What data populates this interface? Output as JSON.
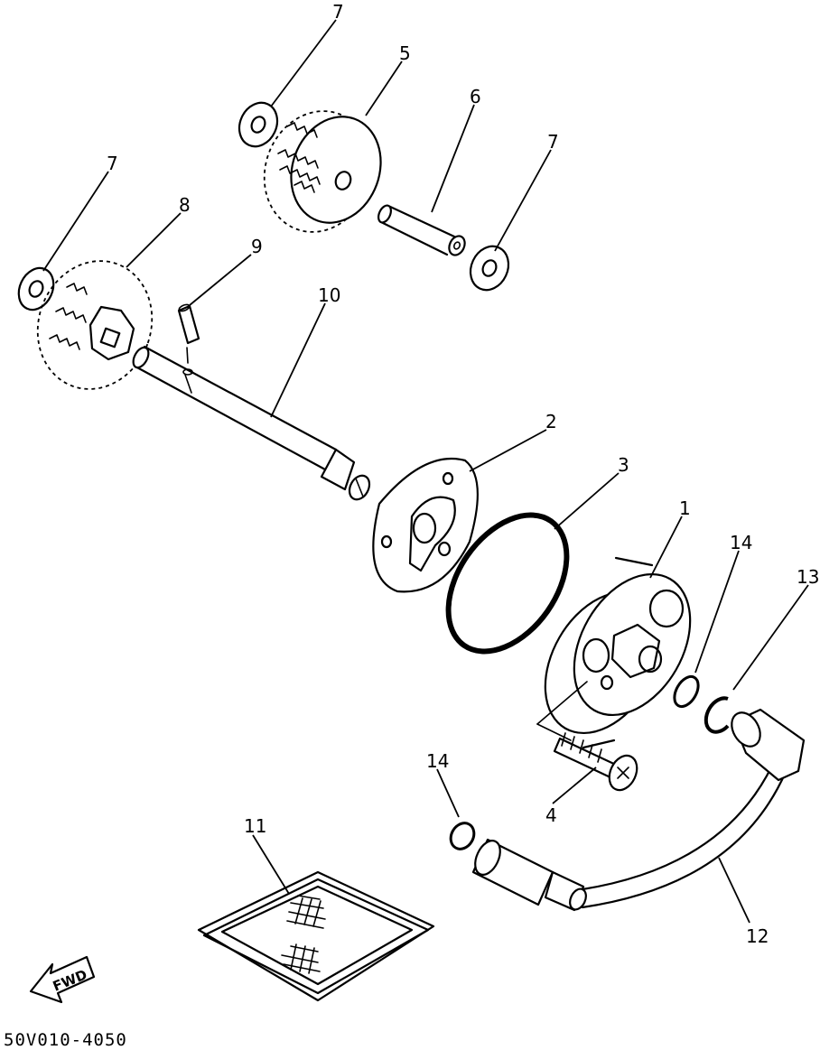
{
  "diagram": {
    "callouts": [
      {
        "id": "c7a",
        "label": "7"
      },
      {
        "id": "c5",
        "label": "5"
      },
      {
        "id": "c6",
        "label": "6"
      },
      {
        "id": "c7b",
        "label": "7"
      },
      {
        "id": "c7c",
        "label": "7"
      },
      {
        "id": "c8",
        "label": "8"
      },
      {
        "id": "c9",
        "label": "9"
      },
      {
        "id": "c10",
        "label": "10"
      },
      {
        "id": "c2",
        "label": "2"
      },
      {
        "id": "c3",
        "label": "3"
      },
      {
        "id": "c1",
        "label": "1"
      },
      {
        "id": "c14a",
        "label": "14"
      },
      {
        "id": "c13",
        "label": "13"
      },
      {
        "id": "c4",
        "label": "4"
      },
      {
        "id": "c14b",
        "label": "14"
      },
      {
        "id": "c11",
        "label": "11"
      },
      {
        "id": "c12",
        "label": "12"
      }
    ],
    "fwd_label": "FWD",
    "drawing_code": "50V010-4050"
  }
}
